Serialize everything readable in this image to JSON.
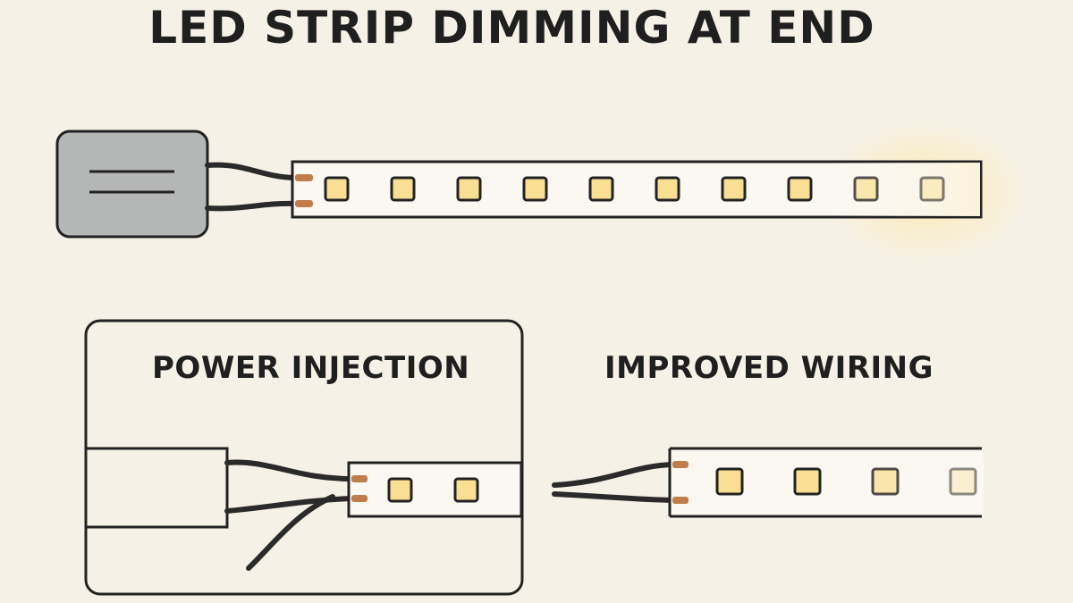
{
  "title": "LED STRIP DIMMING AT END",
  "panels": {
    "power_injection": {
      "label": "POWER INJECTION"
    },
    "improved_wiring": {
      "label": "IMPROVED WIRING"
    }
  },
  "colors": {
    "background": "#f6f1e6",
    "outline": "#222222",
    "strip": "#fbf8f1",
    "led_bright": "#f8df93",
    "power_supply": "#b5b7b7",
    "copper_pad": "#c07c4b",
    "glow": "#fde9ad"
  },
  "top_strip": {
    "led_brightness": [
      1,
      1,
      1,
      1,
      1,
      1,
      1,
      1,
      0.7,
      0.45
    ]
  },
  "injection_strip": {
    "led_brightness": [
      1,
      1
    ]
  },
  "improved_strip": {
    "led_brightness": [
      1,
      1,
      0.75,
      0.35
    ]
  }
}
